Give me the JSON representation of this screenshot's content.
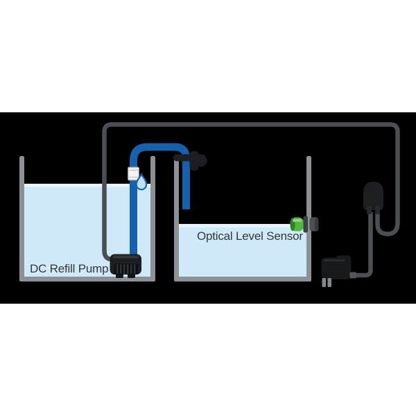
{
  "diagram": {
    "type": "product-wiring-diagram",
    "labels": {
      "left_tank": "DC Refill Pump",
      "right_tank": "Optical Level Sensor"
    },
    "components": [
      {
        "name": "reservoir-tank",
        "label": "DC Refill Pump"
      },
      {
        "name": "aquarium-tank",
        "label": "Optical Level Sensor"
      },
      {
        "name": "dc-refill-pump",
        "label": ""
      },
      {
        "name": "optical-level-sensor",
        "label": ""
      },
      {
        "name": "refill-tube",
        "label": ""
      },
      {
        "name": "tube-union-fitting",
        "label": ""
      },
      {
        "name": "water-drop",
        "label": ""
      },
      {
        "name": "tube-holder-clamp",
        "label": ""
      },
      {
        "name": "pump-power-wire",
        "label": ""
      },
      {
        "name": "dc-plug-connector",
        "label": ""
      },
      {
        "name": "power-adapter",
        "label": ""
      }
    ],
    "colors": {
      "band_white": "#ffffff",
      "strip_black": "#000000",
      "water_blue": "#cfe9f8",
      "water_surface": "#e7f3fb",
      "wall_gray": "#8d9095",
      "wire_gray": "#4b4e53",
      "pipe_blue": "#1661ae",
      "device_black": "#1d1e21",
      "device_black_2": "#18191b",
      "sensor_green": "#54b63f",
      "sensor_green_dark": "#2f7d26",
      "nut_gray": "#4b4e53",
      "prong_gray": "#85878c",
      "fitting_white": "#f2f2f4",
      "fitting_edge": "#8e9094",
      "drop_outline": "#1565b0",
      "drop_fill": "#bfe0f5",
      "text_dark": "#37383b"
    }
  }
}
